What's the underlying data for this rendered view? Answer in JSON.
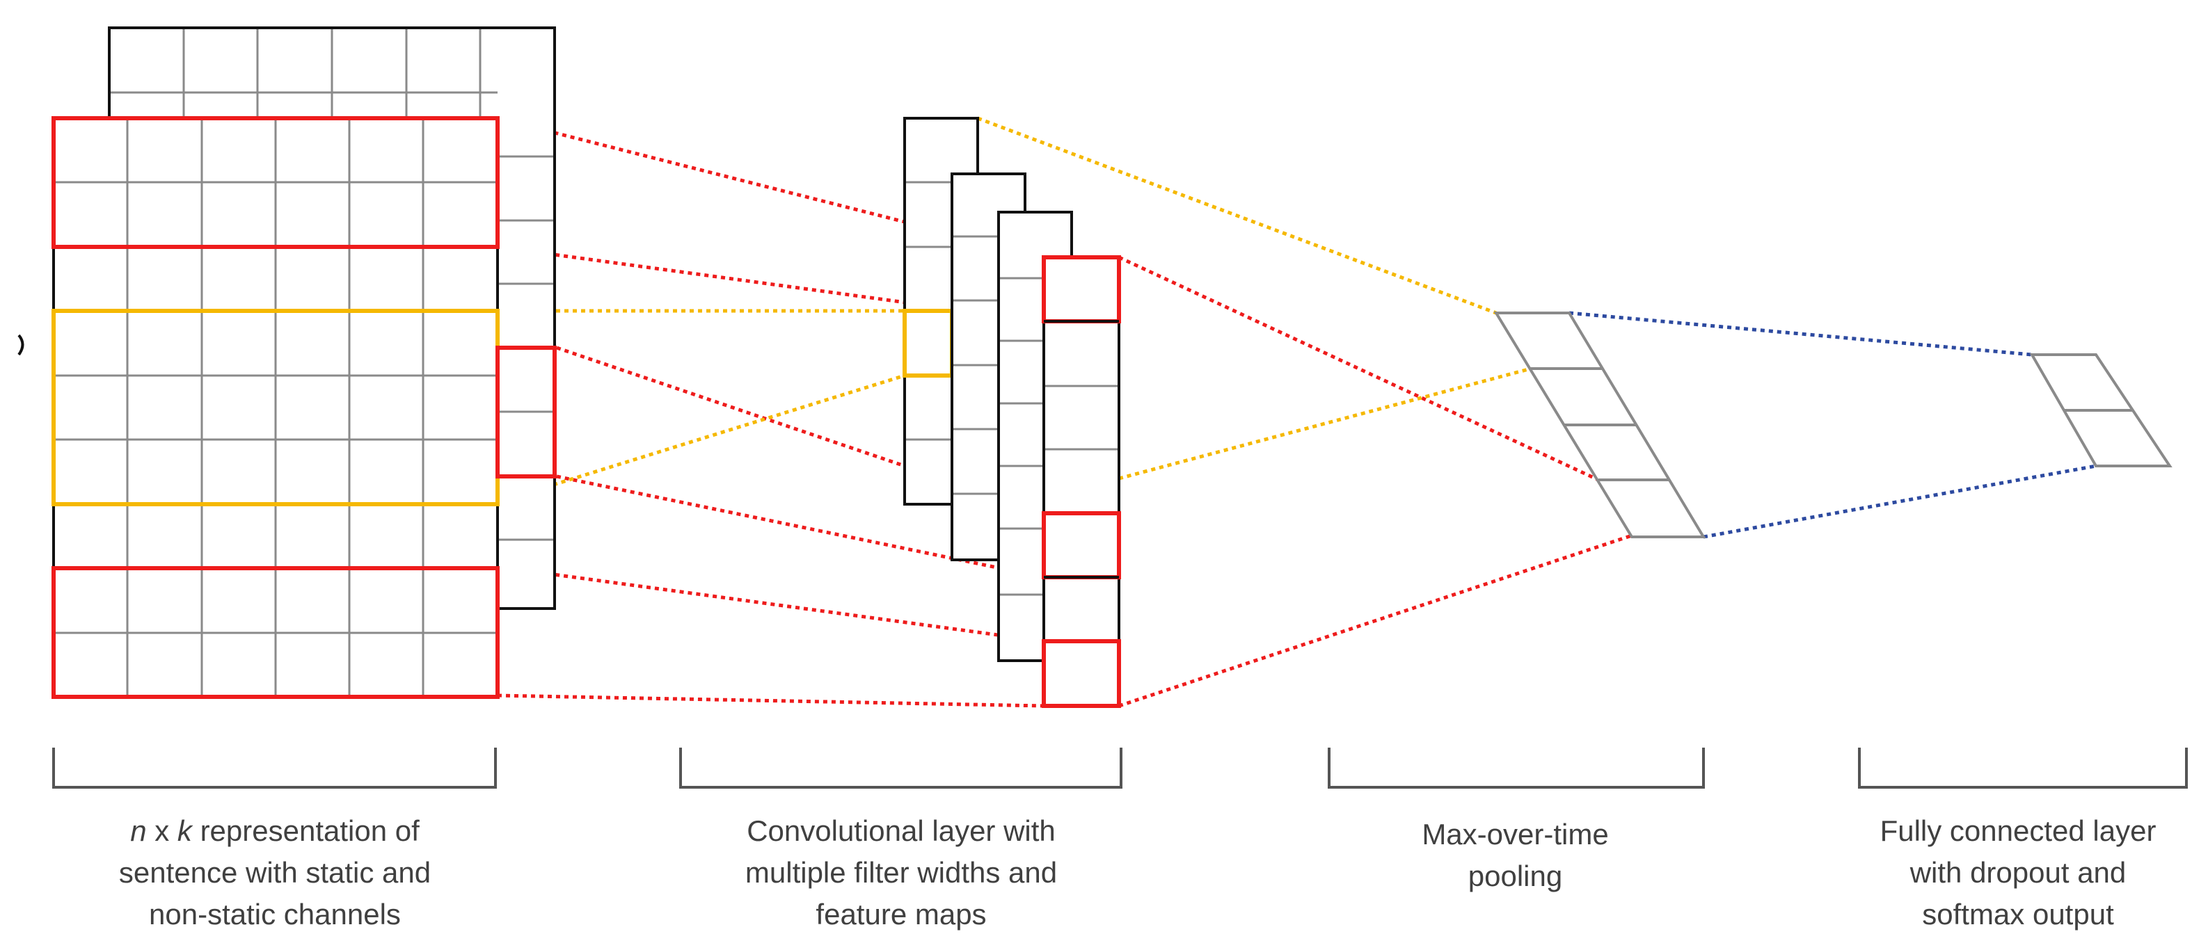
{
  "captions": {
    "input": {
      "line1_var_n": "n",
      "line1_mid": " x ",
      "line1_var_k": "k",
      "line1_rest": " representation of",
      "line2": "sentence with static and",
      "line3": "non-static channels"
    },
    "conv": {
      "line1": "Convolutional layer with",
      "line2": "multiple filter widths and",
      "line3": "feature maps"
    },
    "pool": {
      "line1": "Max-over-time",
      "line2": "pooling"
    },
    "fc": {
      "line1": "Fully connected layer",
      "line2": "with dropout and",
      "line3": "softmax output"
    }
  },
  "colors": {
    "grid_outline": "#111111",
    "grid_cell": "#8a8a8a",
    "filter_red": "#ee1c1c",
    "filter_yellow": "#f5b800",
    "link_blue": "#2d4aa0",
    "caption_text": "#404040"
  }
}
